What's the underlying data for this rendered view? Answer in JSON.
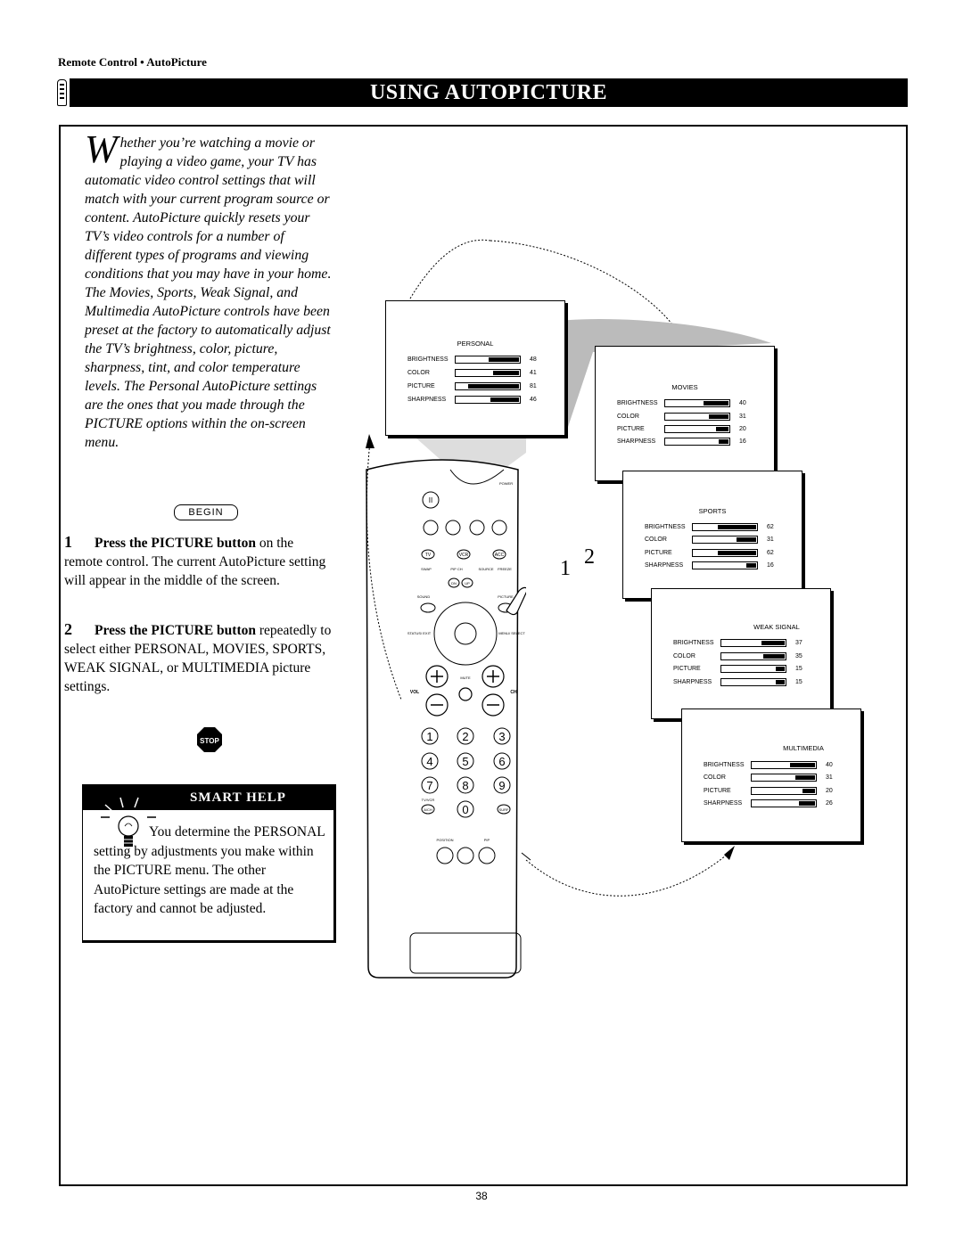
{
  "header": {
    "breadcrumb": "Remote Control • AutoPicture",
    "title": "USING AUTOPICTURE"
  },
  "intro": {
    "dropcap": "W",
    "text": "hether you’re watching a movie or playing a video game, your TV has automatic video control settings that will match with your current program source or content. AutoPicture quickly resets your TV’s video controls for a number of different types of programs and viewing conditions that you may have in your home. The Movies, Sports, Weak Signal, and Multimedia AutoPicture controls have been preset at the factory to automatically adjust the TV’s brightness, color, picture, sharpness, tint, and color temperature levels. The Personal AutoPicture settings are the ones that you made through the PICTURE options within the on-screen menu."
  },
  "begin_label": "BEGIN",
  "steps": [
    {
      "num": "1",
      "bold": "Press the PICTURE button",
      "text": " on the remote control. The current AutoPicture setting will appear in the middle of the screen."
    },
    {
      "num": "2",
      "bold": "Press the PICTURE button",
      "text": " repeatedly to select either PERSONAL, MOVIES, SPORTS, WEAK SIGNAL, or MULTIMEDIA picture settings."
    }
  ],
  "stop_label": "STOP",
  "smart_help": {
    "title": "SMART HELP",
    "text": "You determine the PERSONAL setting by adjustments you make within the PICTURE menu. The other AutoPicture settings are made at the factory and cannot be adjusted."
  },
  "callout_numbers": [
    "1",
    "2"
  ],
  "panels": [
    {
      "title": "PERSONAL",
      "rows": [
        {
          "label": "BRIGHTNESS",
          "value": 48
        },
        {
          "label": "COLOR",
          "value": 41
        },
        {
          "label": "PICTURE",
          "value": 81
        },
        {
          "label": "SHARPNESS",
          "value": 46
        }
      ]
    },
    {
      "title": "MOVIES",
      "rows": [
        {
          "label": "BRIGHTNESS",
          "value": 40
        },
        {
          "label": "COLOR",
          "value": 31
        },
        {
          "label": "PICTURE",
          "value": 20
        },
        {
          "label": "SHARPNESS",
          "value": 16
        }
      ]
    },
    {
      "title": "SPORTS",
      "rows": [
        {
          "label": "BRIGHTNESS",
          "value": 62
        },
        {
          "label": "COLOR",
          "value": 31
        },
        {
          "label": "PICTURE",
          "value": 62
        },
        {
          "label": "SHARPNESS",
          "value": 16
        }
      ]
    },
    {
      "title": "WEAK SIGNAL",
      "rows": [
        {
          "label": "BRIGHTNESS",
          "value": 37
        },
        {
          "label": "COLOR",
          "value": 35
        },
        {
          "label": "PICTURE",
          "value": 15
        },
        {
          "label": "SHARPNESS",
          "value": 15
        }
      ]
    },
    {
      "title": "MULTIMEDIA",
      "rows": [
        {
          "label": "BRIGHTNESS",
          "value": 40
        },
        {
          "label": "COLOR",
          "value": 31
        },
        {
          "label": "PICTURE",
          "value": 20
        },
        {
          "label": "SHARPNESS",
          "value": 26
        }
      ]
    }
  ],
  "remote": {
    "power": "POWER",
    "tv": "TV",
    "vcr": "VCR",
    "acc": "ACC",
    "swap": "SWAP",
    "pipch": "PIP CH",
    "source": "SOURCE",
    "freeze": "FREEZE",
    "dn": "DN",
    "up": "UP",
    "sound": "SOUND",
    "picture": "PICTURE",
    "status": "STATUS/ EXIT",
    "menu": "MENU/ SELECT",
    "mute": "MUTE",
    "vol": "VOL",
    "ch": "CH",
    "digits": [
      "1",
      "2",
      "3",
      "4",
      "5",
      "6",
      "7",
      "8",
      "9",
      "0"
    ],
    "tvvcr": "TV/VCR",
    "ach": "A/CH",
    "surf": "SURF",
    "position": "POSITION",
    "pip": "PIP"
  },
  "page_number": "38"
}
